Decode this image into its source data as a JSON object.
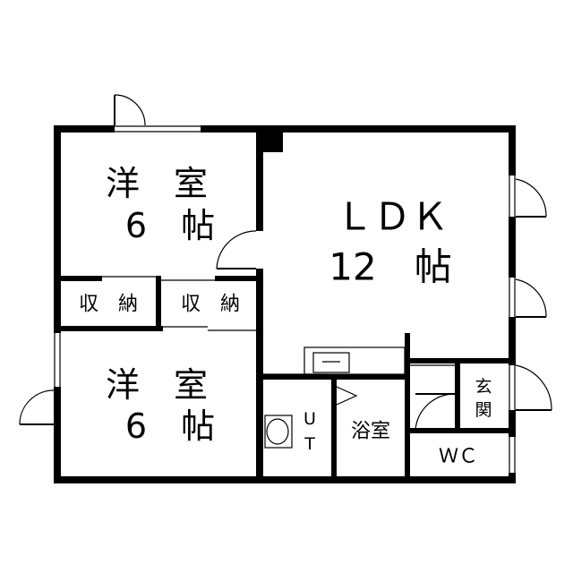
{
  "rooms": {
    "western_room_1": {
      "name": "洋　室",
      "size": "6　帖"
    },
    "western_room_2": {
      "name": "洋　室",
      "size": "6　帖"
    },
    "storage_1": "収　納",
    "storage_2": "収　納",
    "ldk": {
      "name": "ＬＤＫ",
      "size": "12　帖"
    },
    "utility": {
      "line1": "U",
      "line2": "T"
    },
    "bath": "浴室",
    "entrance": {
      "line1": "玄",
      "line2": "関"
    },
    "wc": "ＷＣ"
  }
}
